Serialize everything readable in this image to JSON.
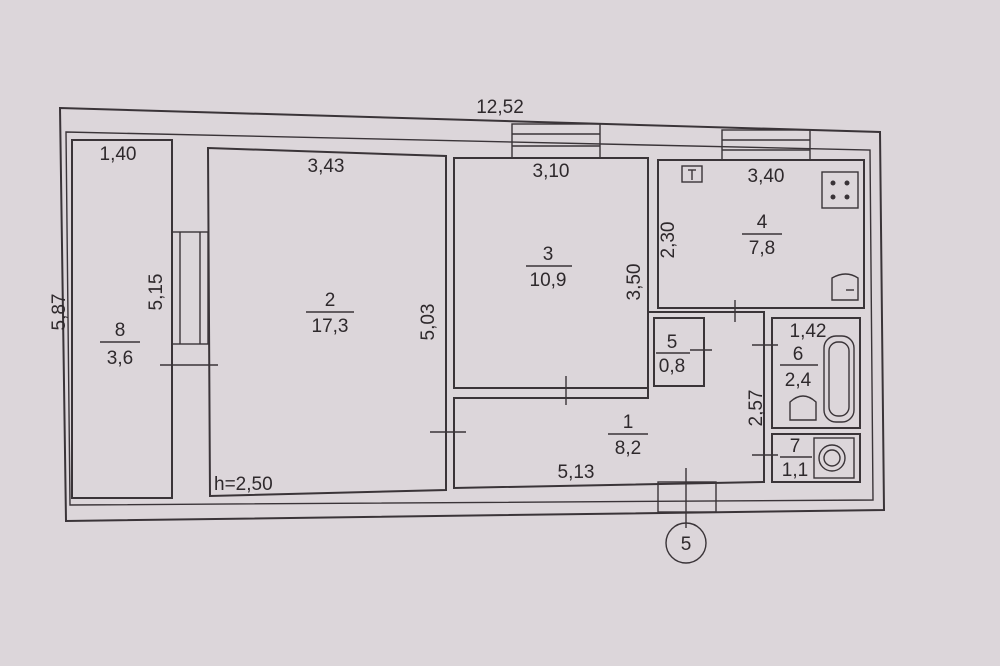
{
  "plan": {
    "dims": {
      "overall_width": "12,52",
      "overall_height": "5,87",
      "balcony_width": "1,40",
      "balcony_height": "5,15",
      "room2_width": "3,43",
      "room2_height": "5,03",
      "room3_width": "3,10",
      "room3_height": "3,50",
      "room4_width": "3,40",
      "room4_height": "2,30",
      "bath_width": "1,42",
      "bath_height": "2,57",
      "hall_width": "5,13",
      "ceiling": "h=2,50"
    },
    "rooms": [
      {
        "num": "2",
        "area": "17,3"
      },
      {
        "num": "3",
        "area": "10,9"
      },
      {
        "num": "4",
        "area": "7,8"
      },
      {
        "num": "8",
        "area": "3,6"
      },
      {
        "num": "1",
        "area": "8,2"
      },
      {
        "num": "5",
        "area": "0,8"
      },
      {
        "num": "6",
        "area": "2,4"
      },
      {
        "num": "7",
        "area": "1,1"
      }
    ],
    "entrance_marker": "5"
  }
}
